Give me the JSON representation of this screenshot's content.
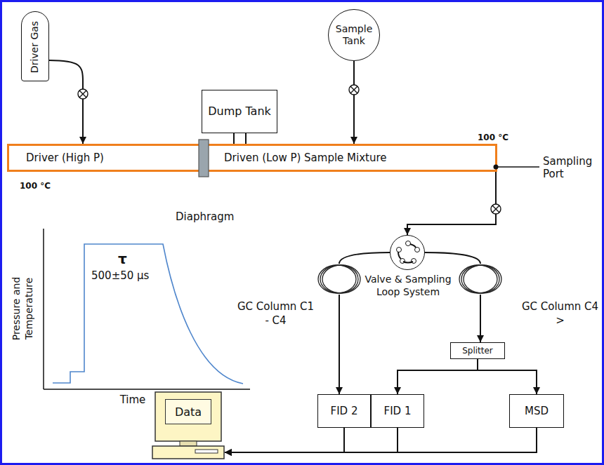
{
  "diagram": {
    "nodes": [
      {
        "text": [
          "Driver Gas"
        ]
      },
      {
        "text": [
          "Dump Tank"
        ]
      },
      {
        "text": [
          "Sample Tank"
        ]
      },
      {
        "text": [
          "Driver (High P)",
          "Driven (Low P) Sample Mixture"
        ]
      },
      {
        "text": [
          "Valve & Sampling Loop System"
        ]
      },
      {
        "text": [
          "GC Column C1 - C4"
        ]
      },
      {
        "text": [
          "GC Column C4 >"
        ]
      },
      {
        "text": [
          "Splitter"
        ]
      },
      {
        "text": [
          "FID 2"
        ]
      },
      {
        "text": [
          "FID 1"
        ]
      },
      {
        "text": [
          "MSD"
        ]
      },
      {
        "text": [
          "Data"
        ]
      }
    ],
    "edges": [
      {
        "from": 0,
        "to": 3,
        "arrow": "to"
      },
      {
        "from": 1,
        "to": 3,
        "arrow": "none"
      },
      {
        "from": 2,
        "to": 3,
        "arrow": "to"
      },
      {
        "from": 3,
        "to": 4,
        "arrow": "to"
      },
      {
        "from": 4,
        "to": 5,
        "arrow": "none"
      },
      {
        "from": 4,
        "to": 6,
        "arrow": "none"
      },
      {
        "from": 5,
        "to": 8,
        "arrow": "to"
      },
      {
        "from": 6,
        "to": 7,
        "arrow": "to"
      },
      {
        "from": 7,
        "to": 9,
        "arrow": "to"
      },
      {
        "from": 7,
        "to": 10,
        "arrow": "to"
      },
      {
        "from": 8,
        "to": 11,
        "arrow": "to"
      },
      {
        "from": 9,
        "to": 11,
        "arrow": "to"
      },
      {
        "from": 10,
        "to": 11,
        "arrow": "to"
      }
    ],
    "labels": [
      "100 °C",
      "100 °C",
      "Diaphragm",
      "Sampling Port",
      "Pressure and Temperature",
      "Time",
      "τ",
      "500±50 µs"
    ]
  }
}
